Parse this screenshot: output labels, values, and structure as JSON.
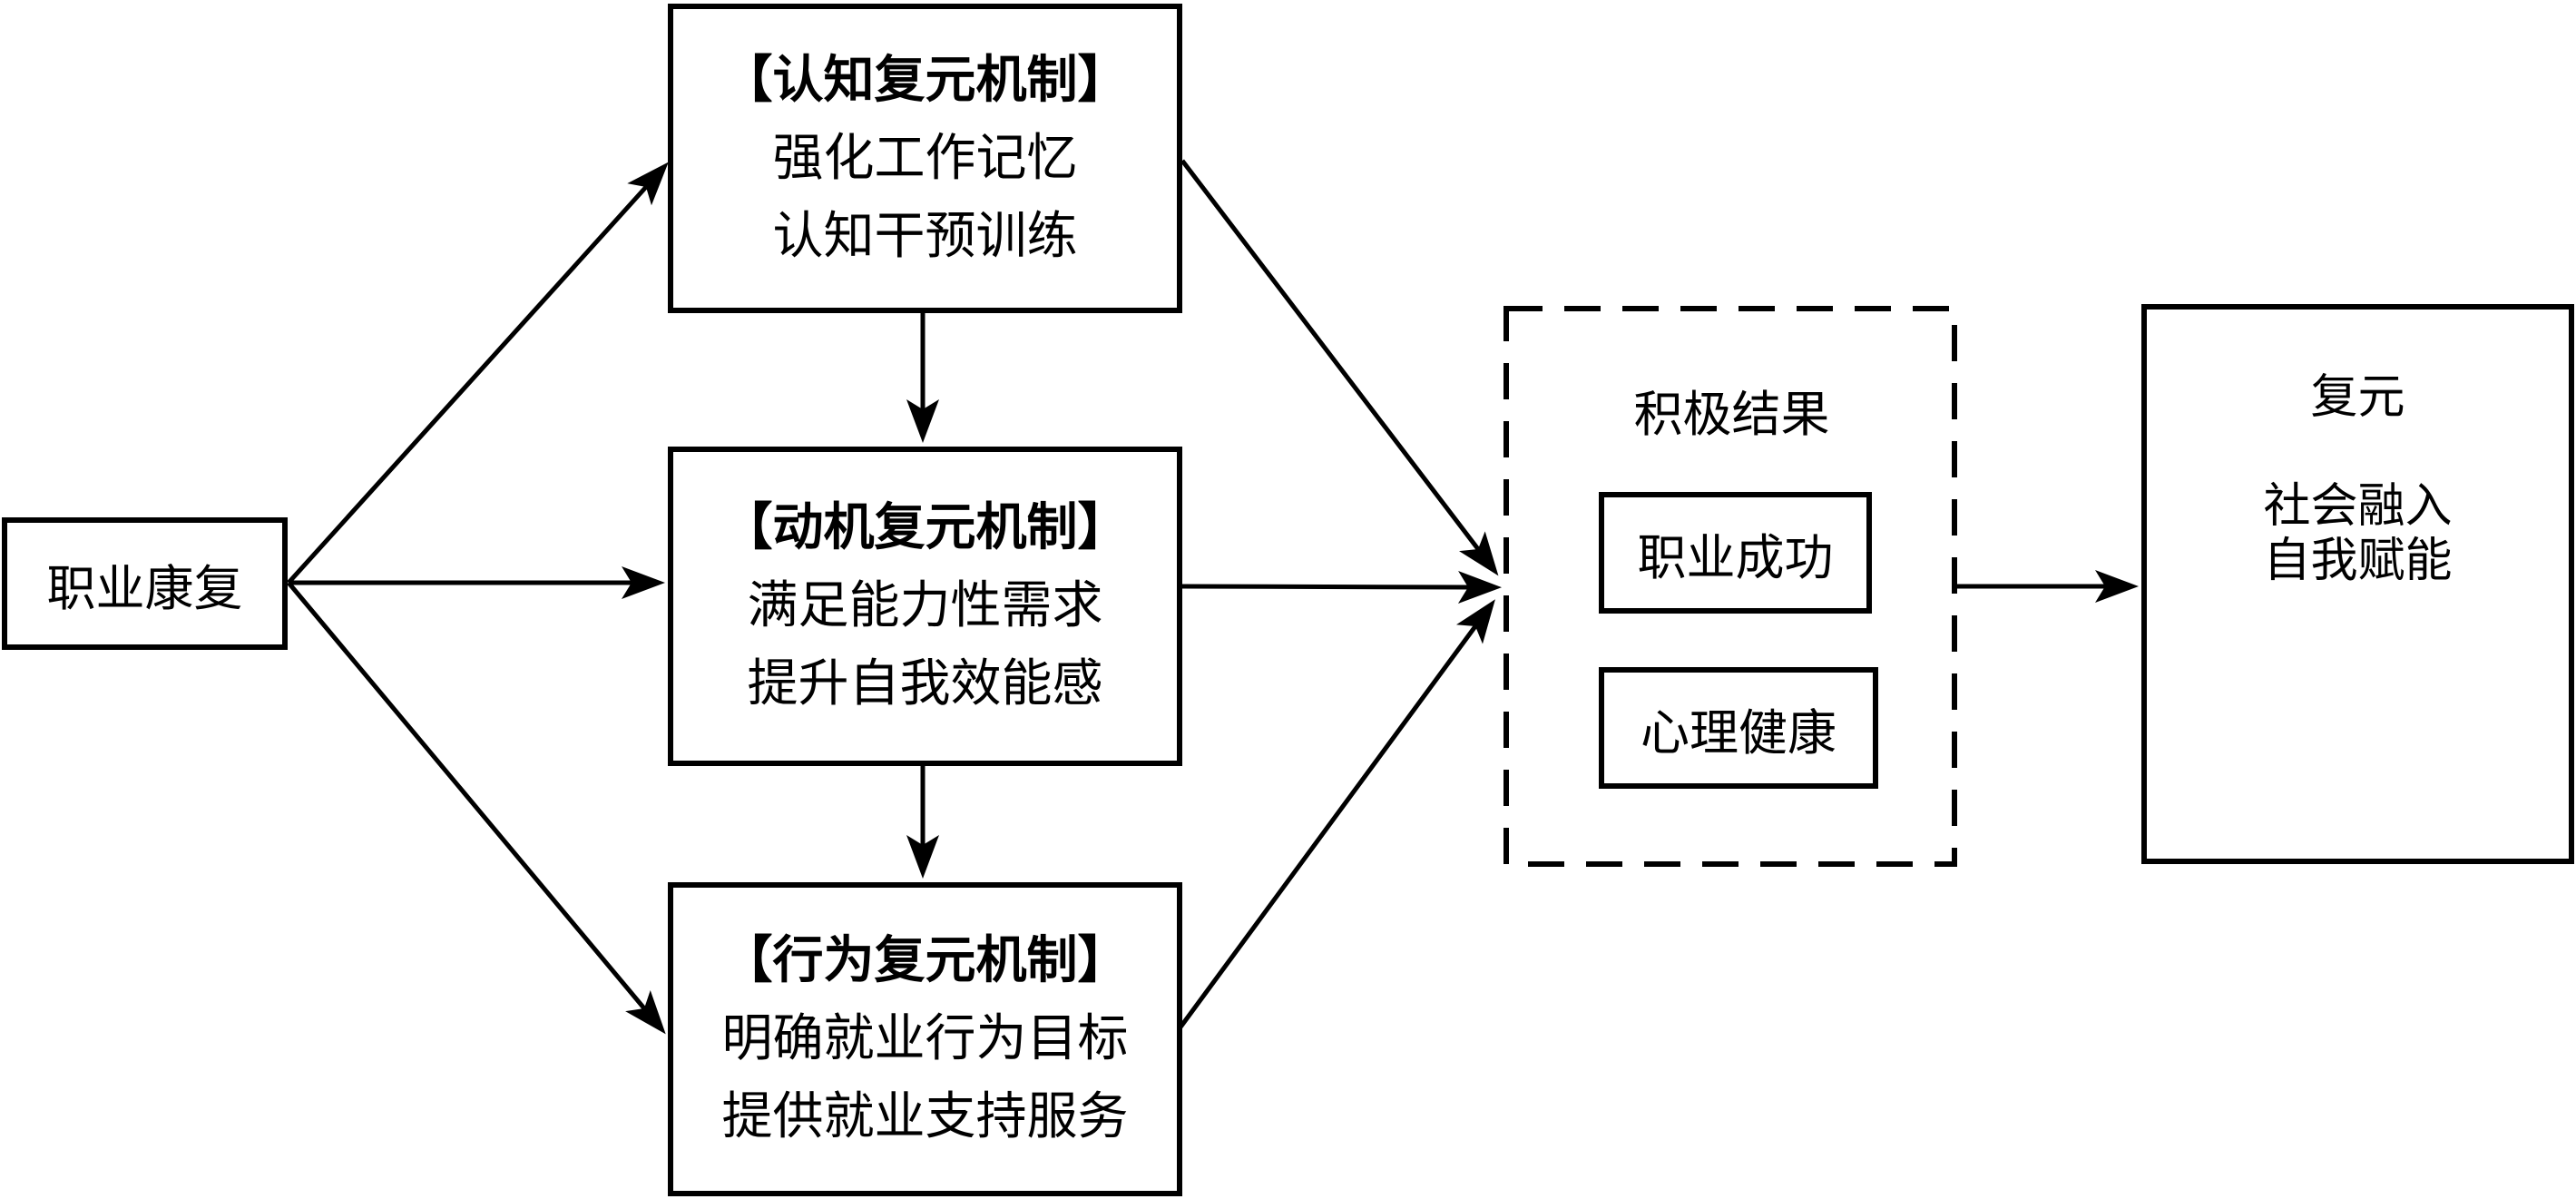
{
  "diagram": {
    "background": "#ffffff",
    "line_color": "#000000",
    "text_color": "#000000",
    "source": {
      "label": "职业康复"
    },
    "mechanisms": [
      {
        "title": "【认知复元机制】",
        "lines": [
          "强化工作记忆",
          "认知干预训练"
        ]
      },
      {
        "title": "【动机复元机制】",
        "lines": [
          "满足能力性需求",
          "提升自我效能感"
        ]
      },
      {
        "title": "【行为复元机制】",
        "lines": [
          "明确就业行为目标",
          "提供就业支持服务"
        ]
      }
    ],
    "outcomes": {
      "title": "积极结果",
      "items": [
        "职业成功",
        "心理健康"
      ]
    },
    "result": {
      "title": "复元",
      "lines": [
        "社会融入",
        "自我赋能"
      ]
    },
    "edges": [
      {
        "from": "职业康复",
        "to": "认知复元机制"
      },
      {
        "from": "职业康复",
        "to": "动机复元机制"
      },
      {
        "from": "职业康复",
        "to": "行为复元机制"
      },
      {
        "from": "认知复元机制",
        "to": "动机复元机制"
      },
      {
        "from": "动机复元机制",
        "to": "行为复元机制"
      },
      {
        "from": "认知复元机制",
        "to": "积极结果"
      },
      {
        "from": "动机复元机制",
        "to": "积极结果"
      },
      {
        "from": "行为复元机制",
        "to": "积极结果"
      },
      {
        "from": "积极结果",
        "to": "复元"
      }
    ]
  }
}
